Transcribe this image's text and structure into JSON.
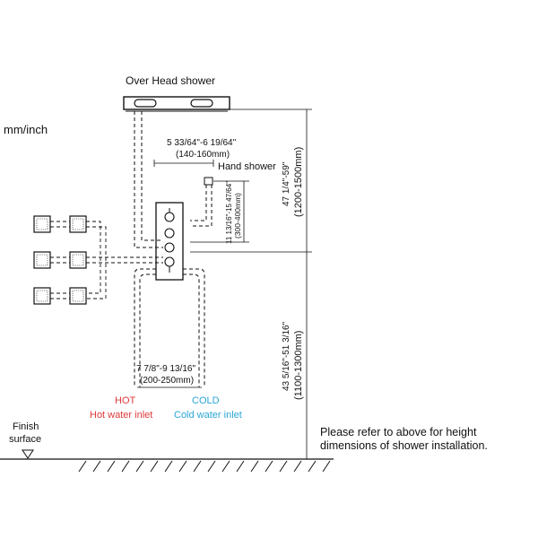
{
  "units": "mm/inch",
  "overhead_shower": "Over Head shower",
  "hand_shower": "Hand shower",
  "dim_horizontal_top": {
    "inch": "5 33/64\"-6 19/64\"",
    "mm": "(140-160mm)"
  },
  "dim_hand_vertical": {
    "inch": "11 13/16\"-15 47/64\"",
    "mm": "(300-400mm)"
  },
  "dim_overhead_height": {
    "inch": "47 1/4\"-59\"",
    "mm": "(1200-1500mm)"
  },
  "dim_valve_height": {
    "inch": "43 5/16\"-51 3/16\"",
    "mm": "(1100-1300mm)"
  },
  "dim_inlet_spacing": {
    "inch": "7 7/8\"-9 13/16\"",
    "mm": "(200-250mm)"
  },
  "hot_label": "HOT",
  "hot_inlet": "Hot water inlet",
  "cold_label": "COLD",
  "cold_inlet": "Cold water inlet",
  "finish_surface": [
    "Finish",
    "surface"
  ],
  "note": [
    "Please refer to above for height",
    "dimensions of shower installation."
  ],
  "colors": {
    "hot": "#e0383a",
    "cold": "#2aa6d6",
    "ink": "#111111"
  }
}
